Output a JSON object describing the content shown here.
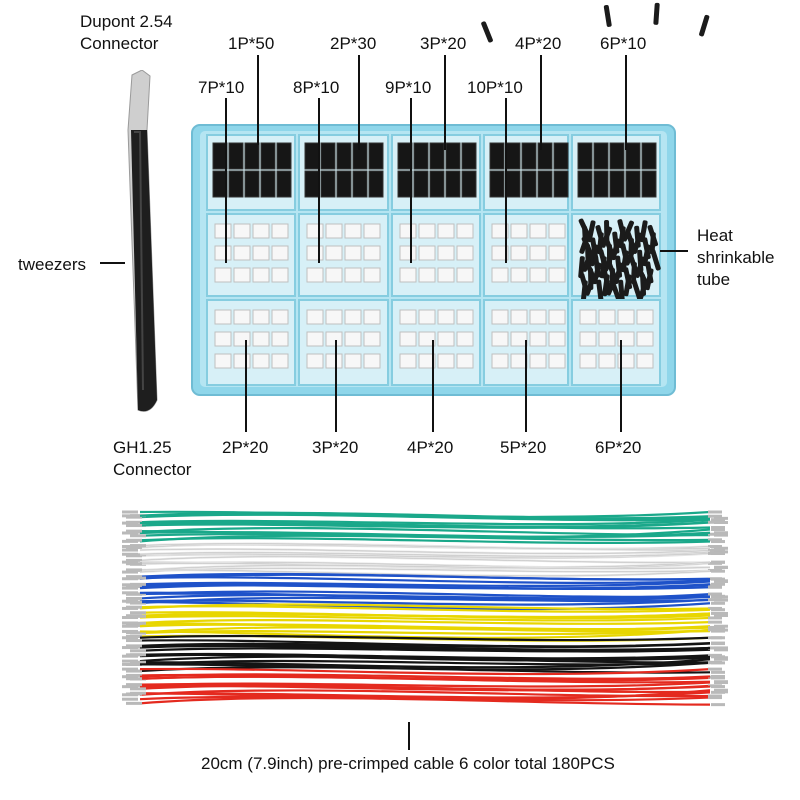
{
  "labels": {
    "dupont_line1": "Dupont 2.54",
    "dupont_line2": "Connector",
    "gh_line1": "GH1.25",
    "gh_line2": "Connector",
    "tweezers": "tweezers",
    "heat_line1": "Heat",
    "heat_line2": "shrinkable",
    "heat_line3": "tube",
    "cable_caption": "20cm (7.9inch) pre-crimped cable 6 color total 180PCS"
  },
  "dupont_top_row": [
    "1P*50",
    "2P*30",
    "3P*20",
    "4P*20",
    "6P*10"
  ],
  "dupont_second_row": [
    "7P*10",
    "8P*10",
    "9P*10",
    "10P*10"
  ],
  "gh_row": [
    "2P*20",
    "3P*20",
    "4P*20",
    "5P*20",
    "6P*20"
  ],
  "cable_colors": [
    "#1aa88a",
    "#e4e4e4",
    "#1f52c9",
    "#e8d600",
    "#141414",
    "#e42a1f"
  ],
  "box_color": "#8fd6ea"
}
